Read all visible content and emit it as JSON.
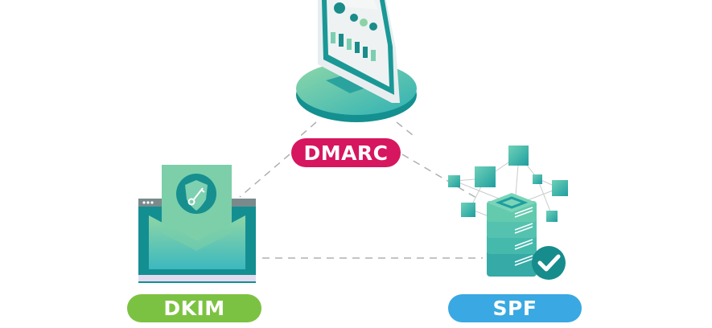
{
  "labels": {
    "dmarc": "DMARC",
    "dkim": "DKIM",
    "spf": "SPF"
  },
  "colors": {
    "dmarc": "#d6165e",
    "dkim": "#7cc242",
    "spf": "#3aa8e2",
    "teal_dark": "#13908f",
    "teal_light": "#7dd0b0",
    "connector": "#b0b0b0"
  },
  "icons": {
    "dmarc": "monitor-dashboard-icon",
    "dkim": "envelope-shield-key-icon",
    "spf": "server-network-check-icon"
  }
}
